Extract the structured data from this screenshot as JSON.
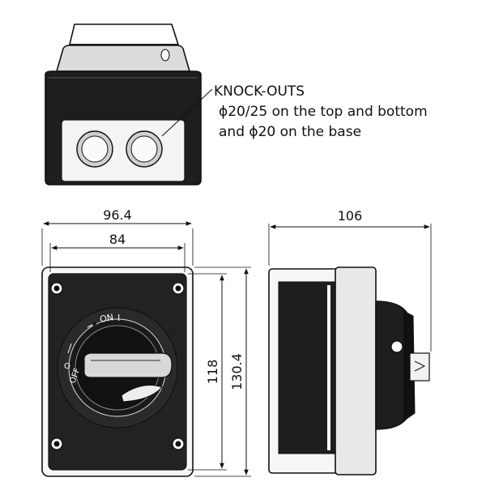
{
  "annotation": {
    "title": "KNOCK-OUTS",
    "line1": "ϕ20/25 on the top and bottom",
    "line2": "and ϕ20 on the base"
  },
  "dimensions": {
    "overall_width": "96.4",
    "inner_width": "84",
    "inner_height": "118",
    "overall_height": "130.4",
    "depth": "106"
  },
  "switch_markings": {
    "on_label": "ON",
    "on_symbol": "I",
    "off_label": "OFF",
    "off_symbol": "O"
  }
}
